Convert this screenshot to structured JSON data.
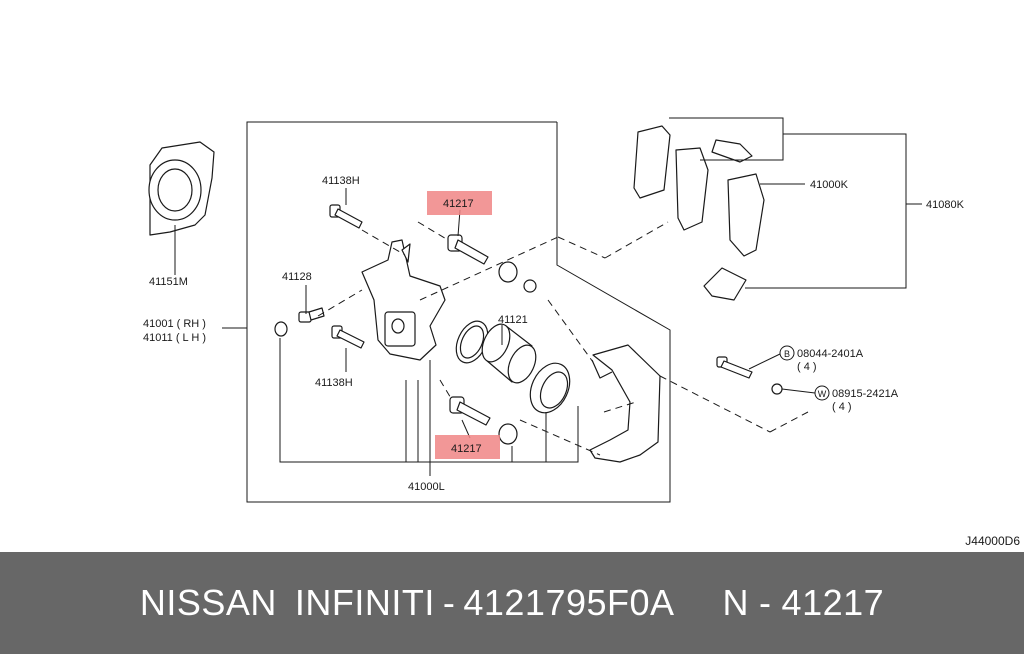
{
  "diagram": {
    "callouts": {
      "c41138H_top": "41138H",
      "c41217_top": "41217",
      "c41128": "41128",
      "c41001": "41001 ( RH )",
      "c41011": "41011 ( L H )",
      "c41151M": "41151M",
      "c41138H_bottom": "41138H",
      "c41121": "41121",
      "c41217_bottom": "41217",
      "c41000L": "41000L",
      "c41000K": "41000K",
      "c41080K": "41080K",
      "cB_code": "08044-2401A",
      "cB_qty": "( 4 )",
      "cW_code": "08915-2421A",
      "cW_qty": "( 4 )",
      "marker_B": "B",
      "marker_W": "W"
    },
    "reference_code": "J44000D6",
    "highlight_color": "#f08585"
  },
  "banner": {
    "brand1": "NISSAN",
    "brand2": "INFINITI",
    "sep1": "-",
    "part_number": "4121795F0A",
    "prefix": "N",
    "sep2": "-",
    "callout": "41217"
  }
}
